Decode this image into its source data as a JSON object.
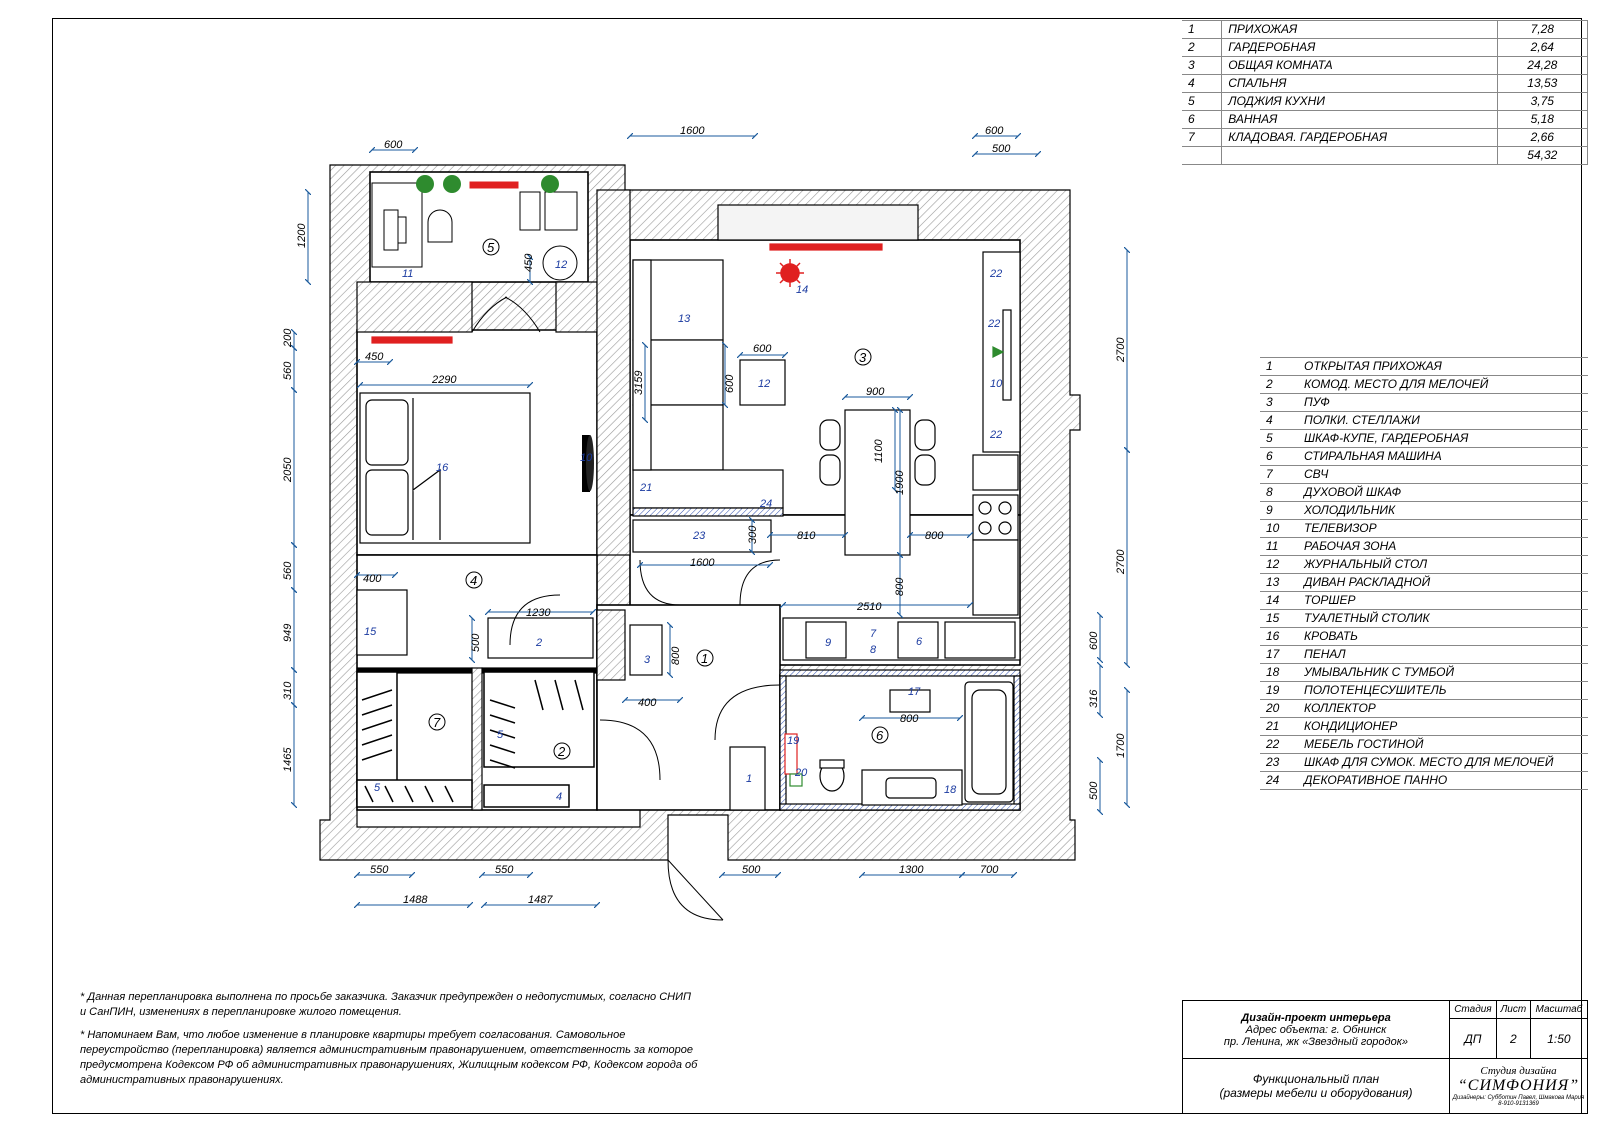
{
  "rooms_table": [
    {
      "num": "1",
      "name": "ПРИХОЖАЯ",
      "area": "7,28"
    },
    {
      "num": "2",
      "name": "ГАРДЕРОБНАЯ",
      "area": "2,64"
    },
    {
      "num": "3",
      "name": "ОБЩАЯ КОМНАТА",
      "area": "24,28"
    },
    {
      "num": "4",
      "name": "СПАЛЬНЯ",
      "area": "13,53"
    },
    {
      "num": "5",
      "name": "ЛОДЖИЯ КУХНИ",
      "area": "3,75"
    },
    {
      "num": "6",
      "name": "ВАННАЯ",
      "area": "5,18"
    },
    {
      "num": "7",
      "name": "КЛАДОВАЯ. ГАРДЕРОБНАЯ",
      "area": "2,66"
    },
    {
      "num": "",
      "name": "",
      "area": "54,32"
    }
  ],
  "legend": [
    {
      "num": "1",
      "name": "ОТКРЫТАЯ ПРИХОЖАЯ"
    },
    {
      "num": "2",
      "name": "КОМОД. МЕСТО ДЛЯ МЕЛОЧЕЙ"
    },
    {
      "num": "3",
      "name": "ПУФ"
    },
    {
      "num": "4",
      "name": "ПОЛКИ. СТЕЛЛАЖИ"
    },
    {
      "num": "5",
      "name": "ШКАФ-КУПЕ, ГАРДЕРОБНАЯ"
    },
    {
      "num": "6",
      "name": "СТИРАЛЬНАЯ МАШИНА"
    },
    {
      "num": "7",
      "name": "СВЧ"
    },
    {
      "num": "8",
      "name": "ДУХОВОЙ ШКАФ"
    },
    {
      "num": "9",
      "name": "ХОЛОДИЛЬНИК"
    },
    {
      "num": "10",
      "name": "ТЕЛЕВИЗОР"
    },
    {
      "num": "11",
      "name": "РАБОЧАЯ ЗОНА"
    },
    {
      "num": "12",
      "name": "ЖУРНАЛЬНЫЙ СТОЛ"
    },
    {
      "num": "13",
      "name": "ДИВАН РАСКЛАДНОЙ"
    },
    {
      "num": "14",
      "name": "ТОРШЕР"
    },
    {
      "num": "15",
      "name": "ТУАЛЕТНЫЙ СТОЛИК"
    },
    {
      "num": "16",
      "name": "КРОВАТЬ"
    },
    {
      "num": "17",
      "name": "ПЕНАЛ"
    },
    {
      "num": "18",
      "name": "УМЫВАЛЬНИК С ТУМБОЙ"
    },
    {
      "num": "19",
      "name": "ПОЛОТЕНЦЕСУШИТЕЛЬ"
    },
    {
      "num": "20",
      "name": "КОЛЛЕКТОР"
    },
    {
      "num": "21",
      "name": "КОНДИЦИОНЕР"
    },
    {
      "num": "22",
      "name": "МЕБЕЛЬ ГОСТИНОЙ"
    },
    {
      "num": "23",
      "name": "ШКАФ ДЛЯ СУМОК. МЕСТО ДЛЯ МЕЛОЧЕЙ"
    },
    {
      "num": "24",
      "name": "ДЕКОРАТИВНОЕ ПАННО"
    }
  ],
  "notes": {
    "note1": "* Данная перепланировка выполнена по просьбе заказчика. Заказчик предупрежден о недопустимых, согласно СНИП и СанПИН, изменениях в перепланировке жилого помещения.",
    "note2": "* Напоминаем Вам, что любое изменение в планировке квартиры требует согласования. Самовольное переустройство (перепланировка) является административным правонарушением, ответственность за которое предусмотрена Кодексом РФ об административных правонарушениях, Жилищным кодексом РФ, Кодексом города об административных правонарушениях."
  },
  "stamp": {
    "title": "Дизайн-проект интерьера",
    "address1": "Адрес объекта: г. Обнинск",
    "address2": "пр. Ленина, жк «Звездный городок»",
    "sheet_title1": "Функциональный план",
    "sheet_title2": "(размеры мебели и оборудования)",
    "stage_label": "Стадия",
    "sheet_label": "Лист",
    "scale_label": "Масштаб",
    "stage": "ДП",
    "sheet": "2",
    "scale": "1:50",
    "studio_top": "Студия дизайна",
    "studio_name": "“СИМФОНИЯ”",
    "designers": "Дизайнеры: Субботин Павел, Шмакова Мария",
    "phone": "8-910-9131369"
  },
  "plan": {
    "dimensions_top": [
      "600",
      "1600",
      "600",
      "500"
    ],
    "dimensions_left": [
      "1200",
      "200",
      "560",
      "2050",
      "560",
      "949",
      "310",
      "1465"
    ],
    "dimensions_right": [
      "2700",
      "2700",
      "600",
      "316",
      "1700",
      "500"
    ],
    "dimensions_bottom": [
      "550",
      "550",
      "1488",
      "1487",
      "500",
      "1300",
      "700"
    ],
    "dimensions_inner": [
      "450",
      "2290",
      "600",
      "600",
      "3159",
      "900",
      "1100",
      "1900",
      "810",
      "800",
      "300",
      "1600",
      "800",
      "2510",
      "1230",
      "500",
      "400",
      "800",
      "400",
      "450",
      "800"
    ],
    "room_numbers": [
      "1",
      "2",
      "3",
      "4",
      "5",
      "6",
      "7"
    ],
    "furniture_numbers": [
      "1",
      "2",
      "3",
      "4",
      "5",
      "5",
      "6",
      "7",
      "8",
      "9",
      "10",
      "10",
      "11",
      "12",
      "12",
      "13",
      "14",
      "15",
      "16",
      "17",
      "18",
      "19",
      "20",
      "21",
      "22",
      "22",
      "22",
      "23",
      "24"
    ],
    "colors": {
      "dimension": "#1a5a9c",
      "hatch": "#888888",
      "accent": "#e02020",
      "green": "#2e8b2e",
      "furniture_label": "#1a3aa0"
    }
  }
}
